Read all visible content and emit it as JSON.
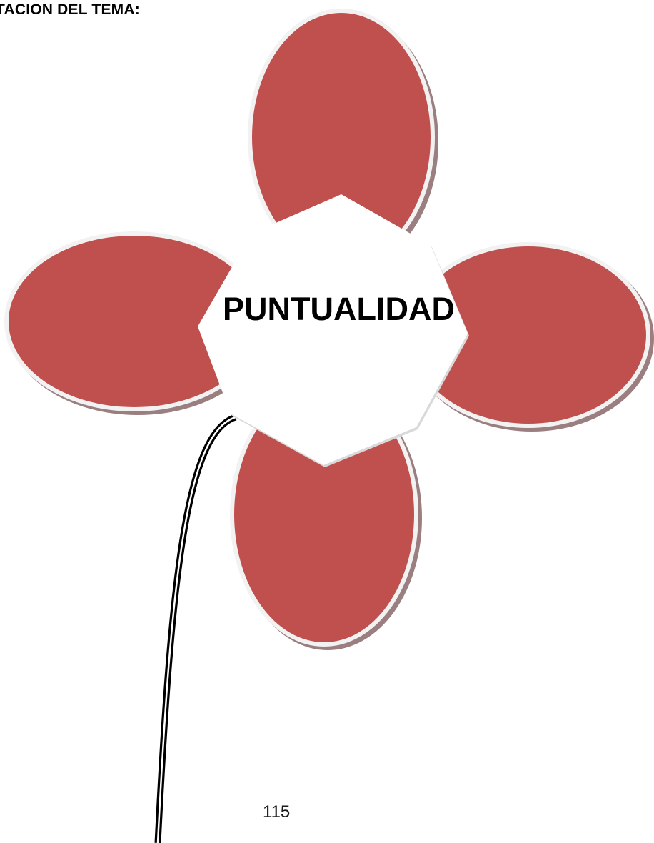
{
  "document": {
    "heading": "TACION DEL TEMA:",
    "page_number": "115"
  },
  "diagram": {
    "center_label": "PUNTUALIDAD",
    "petals": [
      "top",
      "left",
      "right",
      "bottom"
    ],
    "colors": {
      "petal_fill": "#c0504d",
      "petal_rim": "#f2f2f2",
      "petal_shadow": "#9b7f80",
      "center_fill": "#ffffff",
      "stem": "#000000"
    }
  }
}
